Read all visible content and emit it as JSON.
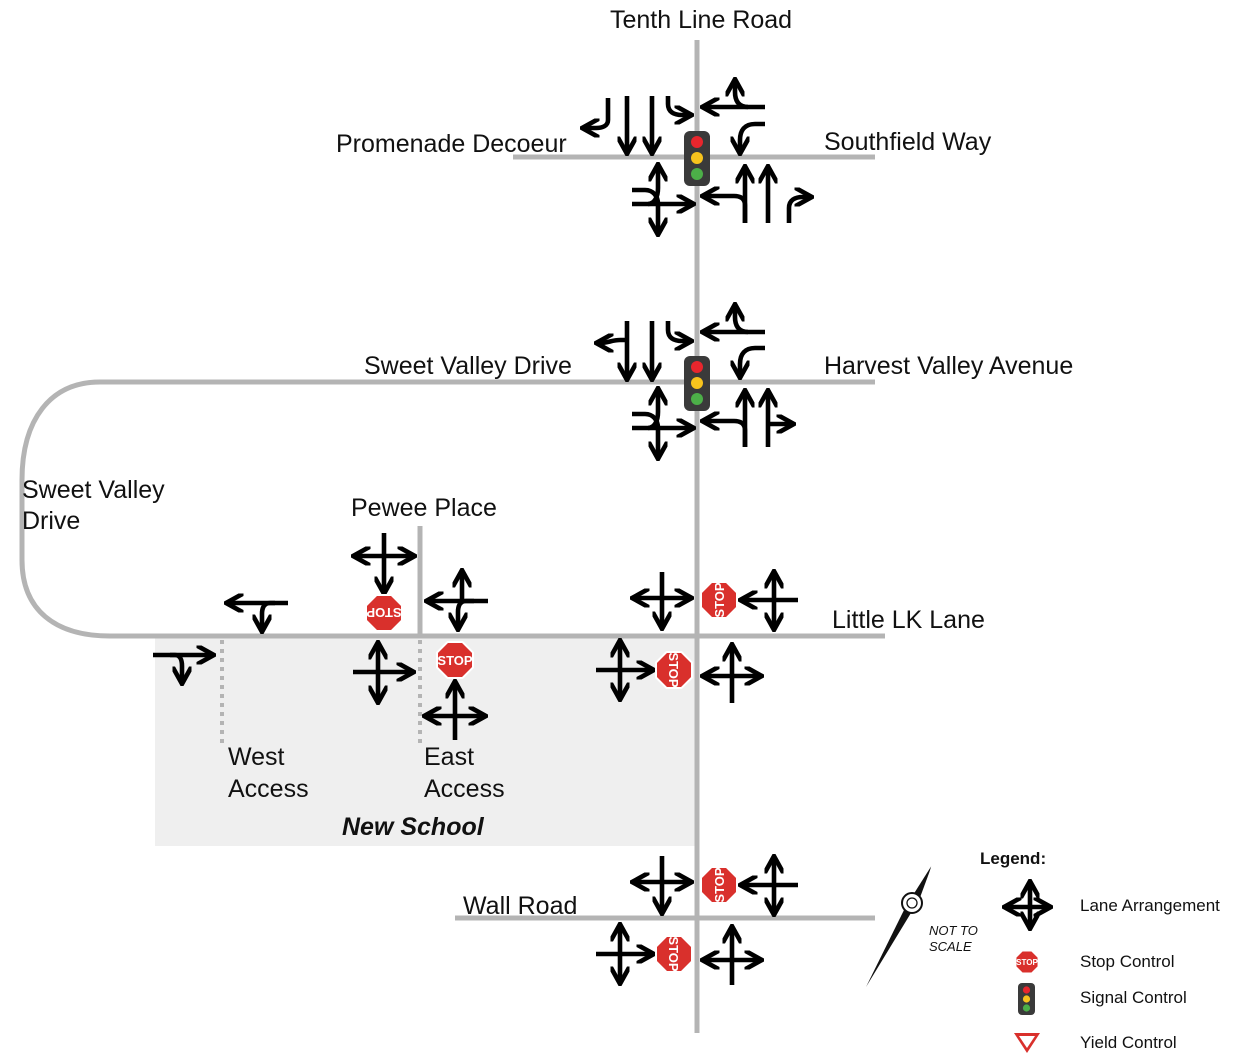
{
  "roads": {
    "tenth_line": "Tenth Line Road",
    "promenade": "Promenade Decoeur",
    "southfield": "Southfield Way",
    "sweet_valley_east": "Sweet Valley Drive",
    "harvest_valley": "Harvest Valley Avenue",
    "sweet_valley_loop_1": "Sweet Valley",
    "sweet_valley_loop_2": "Drive",
    "pewee": "Pewee Place",
    "little_lk": "Little LK Lane",
    "wall": "Wall Road"
  },
  "accesses": {
    "west_1": "West",
    "west_2": "Access",
    "east_1": "East",
    "east_2": "Access"
  },
  "school": {
    "label": "New School"
  },
  "stop_sign_text": "STOP",
  "north": {
    "not_to_scale_1": "NOT TO",
    "not_to_scale_2": "SCALE"
  },
  "legend": {
    "title": "Legend:",
    "items": [
      "Lane Arrangement",
      "Stop Control",
      "Signal Control",
      "Yield Control"
    ]
  },
  "colors": {
    "road": "#b4b4b4",
    "school_area": "#efefef",
    "stop_red": "#d9302c",
    "signal_housing": "#3a3a3a",
    "signal_red": "#e8262d",
    "signal_yellow": "#f7c31d",
    "signal_green": "#4caf48",
    "yield_red": "#d9302c"
  }
}
